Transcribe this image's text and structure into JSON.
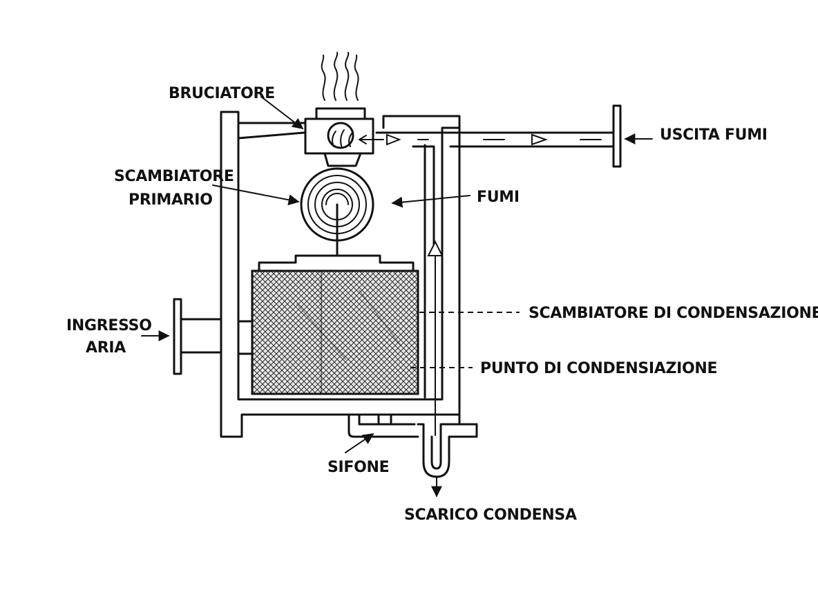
{
  "labels": {
    "bruciatore": "BRUCIATORE",
    "scambiatore_primario_l1": "SCAMBIATORE",
    "scambiatore_primario_l2": "PRIMARIO",
    "fumi": "FUMI",
    "uscita_fumi": "USCITA FUMI",
    "ingresso_aria_l1": "INGRESSO",
    "ingresso_aria_l2": "ARIA",
    "scambiatore_condensazione": "SCAMBIATORE DI CONDENSAZIONE",
    "punto_condensazione": "PUNTO DI CONDENSIAZIONE",
    "sifone": "SIFONE",
    "scarico_condensa": "SCARICO CONDENSA"
  },
  "colors": {
    "ink": "#111111",
    "background": "#ffffff",
    "hatch": "#2a2a2a"
  }
}
